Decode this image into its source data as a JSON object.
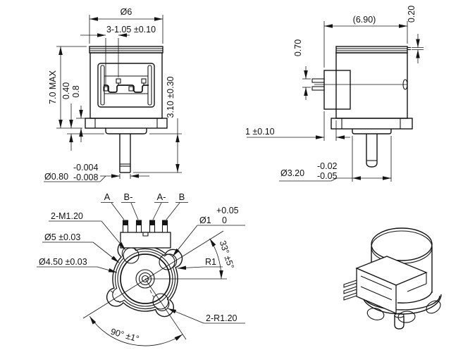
{
  "drawing": {
    "background": "#ffffff",
    "line_color": "#141414",
    "views": {
      "front": {
        "dims": {
          "body_diameter": "Ø6",
          "pin_pitch": "3-1.05 ±0.10",
          "overall_height": "7.0 MAX",
          "step_height": "0.40",
          "flange_thickness": "0.8",
          "shaft_length": "3.10 ±0.30",
          "shaft_diameter": "Ø0.80",
          "shaft_tol_upper": "-0.004",
          "shaft_tol_lower": "-0.008"
        }
      },
      "side": {
        "dims": {
          "overall_depth": "(6.90)",
          "lip_thickness": "0.20",
          "pin_pitch": "0.70",
          "connector_offset": "1 ±0.10",
          "boss_diameter": "Ø3.20",
          "boss_tol_upper": "-0.02",
          "boss_tol_lower": "-0.05"
        }
      },
      "bottom": {
        "pin_labels": [
          "A",
          "B-",
          "A-",
          "B"
        ],
        "dims": {
          "mounting_holes": "2-M1.20",
          "body_circle": "Ø5 ±0.03",
          "inner_circle": "Ø4.50 ±0.03",
          "pin_hole_diameter": "Ø1",
          "pin_hole_tol_upper": "+0.05",
          "pin_hole_tol_lower": "0",
          "hole_angle": "33° ±5°",
          "fillet_radius": "R1",
          "lobe_radius": "2-R1.20",
          "lobe_angle": "90° ±1°"
        }
      }
    }
  }
}
